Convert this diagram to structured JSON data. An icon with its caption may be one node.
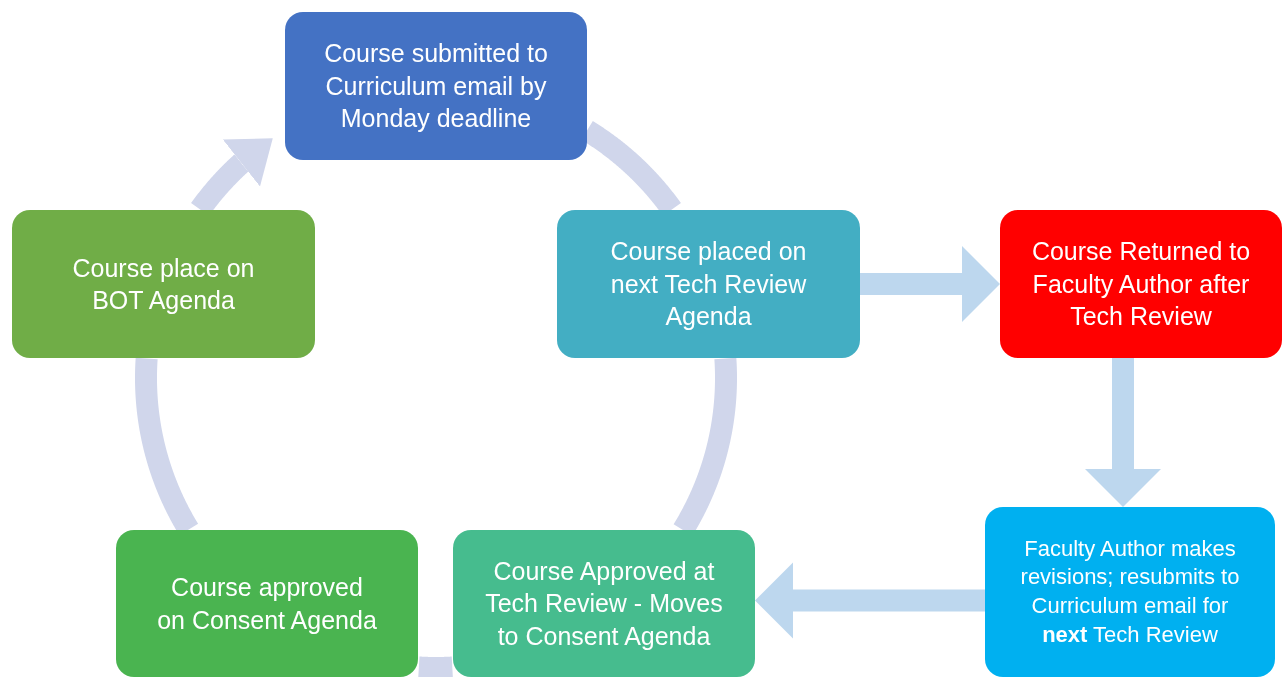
{
  "diagram": {
    "nodes": [
      {
        "text": [
          "Course submitted to Curriculum email by Monday deadline"
        ]
      },
      {
        "text": [
          "Course placed on next Tech Review Agenda"
        ]
      },
      {
        "text": [
          "Course Approved at Tech Review - Moves to Consent Agenda"
        ]
      },
      {
        "text": [
          "Course approved on Consent Agenda"
        ]
      },
      {
        "text": [
          "Course place on BOT Agenda"
        ]
      },
      {
        "text": [
          "Course Returned to Faculty Author after Tech Review"
        ]
      },
      {
        "text": [
          "Faculty Author makes revisions; resubmits to Curriculum email for **next** Tech Review"
        ]
      }
    ],
    "edges": [
      {
        "from": 0,
        "to": 1,
        "arrow": "none",
        "color": "#d0d6eb"
      },
      {
        "from": 1,
        "to": 2,
        "arrow": "none",
        "color": "#d0d6eb"
      },
      {
        "from": 2,
        "to": 3,
        "arrow": "none",
        "color": "#d0d6eb"
      },
      {
        "from": 3,
        "to": 4,
        "arrow": "none",
        "color": "#d0d6eb"
      },
      {
        "from": 4,
        "to": 0,
        "arrow": "to",
        "color": "#d0d6eb"
      },
      {
        "from": 1,
        "to": 5,
        "arrow": "to",
        "color": "#bdd7ee"
      },
      {
        "from": 5,
        "to": 6,
        "arrow": "to",
        "color": "#bdd7ee"
      },
      {
        "from": 6,
        "to": 2,
        "arrow": "to",
        "color": "#bdd7ee"
      }
    ]
  }
}
